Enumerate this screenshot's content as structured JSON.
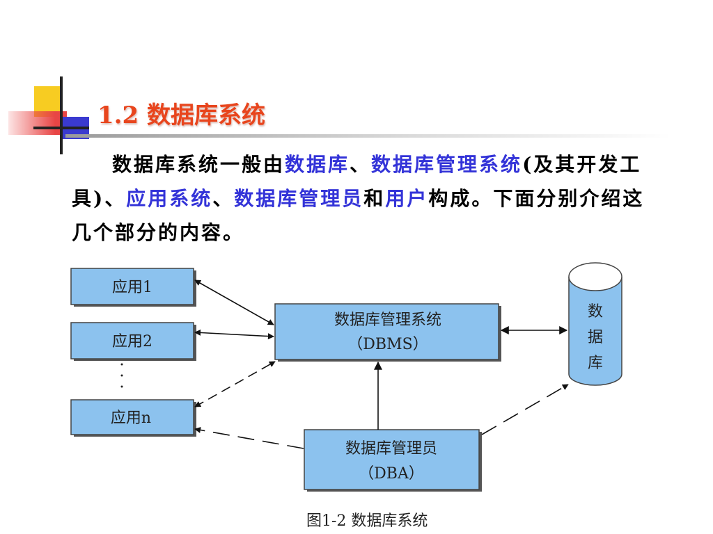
{
  "title": "1.2  数据库系统",
  "paragraph": {
    "p1": "数据库系统一般由",
    "h1": "数据库",
    "p2": "、",
    "h2": "数据库管理系统",
    "p3": "(及其开发工具)、",
    "h3": "应用系统",
    "p4": "、",
    "h4": "数据库管理员",
    "p5": "和",
    "h5": "用户",
    "p6": "构成。下面分别介绍这几个部分的内容。"
  },
  "diagram": {
    "app1": "应用1",
    "app2": "应用2",
    "appn": "应用n",
    "dbms_line1": "数据库管理系统",
    "dbms_line2": "（DBMS）",
    "dba_line1": "数据库管理员",
    "dba_line2": "（DBA）",
    "db_char1": "数",
    "db_char2": "据",
    "db_char3": "库",
    "caption": "图1-2  数据库系统"
  },
  "colors": {
    "title": "#e8451d",
    "highlight": "#3333d8",
    "box_fill": "#8cc2ee"
  }
}
